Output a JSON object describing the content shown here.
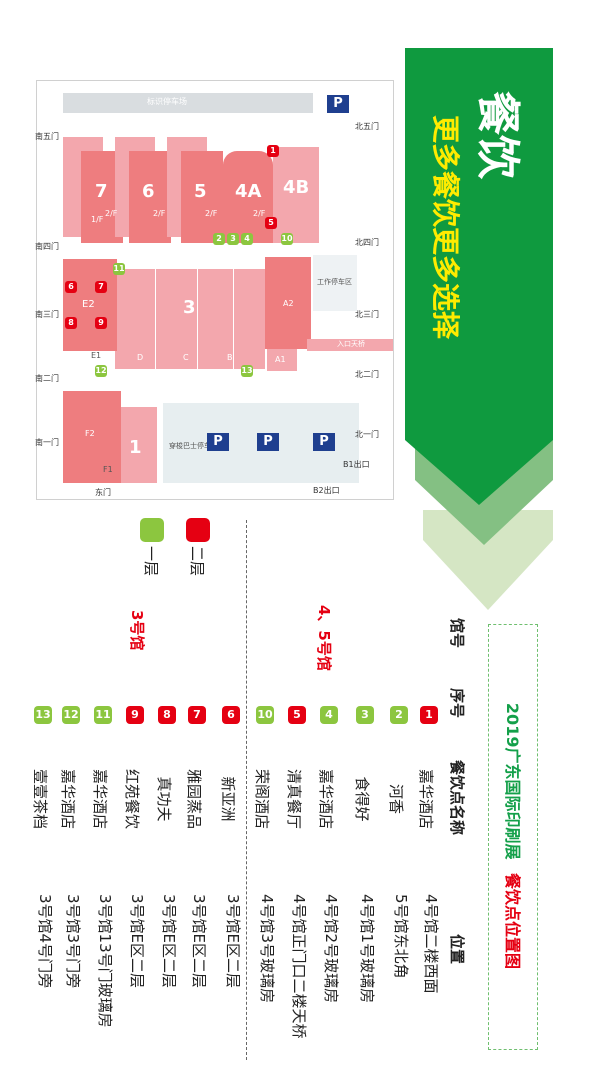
{
  "banner": {
    "title": "餐饮",
    "subtitle": "更多餐饮更多选择",
    "color_dark": "#0f9a3f",
    "color_mid": "#7dbf7f",
    "color_light": "#c9e0b6"
  },
  "map": {
    "top_strip": "标识停车场",
    "parking_label": "P",
    "halls": {
      "h7": "7",
      "h6": "6",
      "h5": "5",
      "h4a": "4A",
      "h4b": "4B",
      "h3": "3",
      "a2": "A2",
      "a1": "A1",
      "e2": "E2",
      "e1": "E1",
      "f2": "F2",
      "f1": "F1",
      "h1": "1",
      "b": "B",
      "c": "C",
      "d": "D"
    },
    "floor_tags": {
      "f2": "2/F",
      "f1": "1/F"
    },
    "gates": {
      "south5": "南五门",
      "south4": "南四门",
      "south3": "南三门",
      "south2": "南二门",
      "south1": "南一门",
      "north5": "北五门",
      "north4": "北四门",
      "north3": "北三门",
      "north2": "北二门",
      "north1": "北一门",
      "east": "东门",
      "b1": "B1出口",
      "b2": "B2出口"
    },
    "work_area": "工作停车区",
    "shuttle": "穿梭巴士停车区",
    "bridge": "入口天桥",
    "markers": [
      "1",
      "2",
      "3",
      "4",
      "5",
      "6",
      "7",
      "8",
      "9",
      "10",
      "11",
      "12",
      "13"
    ],
    "legend": {
      "second_floor": "二层",
      "first_floor": "一层",
      "red": "#e50012",
      "green": "#8cc63f"
    }
  },
  "table": {
    "title_part1": "2019广东国际印刷展",
    "title_part2": "餐饮点位置图",
    "title_color1": "#14a04a",
    "title_color2": "#e50012",
    "headers": {
      "hall": "馆号",
      "seq": "序号",
      "name": "餐饮点名称",
      "location": "位置"
    },
    "groups": [
      {
        "label": "4、5号馆"
      },
      {
        "label": "3号馆"
      }
    ],
    "rows": [
      {
        "seq": "1",
        "name": "嘉华酒店",
        "location": "4号馆二楼西面",
        "floor": "red"
      },
      {
        "seq": "2",
        "name": "河香",
        "location": "5号馆东北角",
        "floor": "green"
      },
      {
        "seq": "3",
        "name": "食得好",
        "location": "4号馆1号玻璃房",
        "floor": "green"
      },
      {
        "seq": "4",
        "name": "嘉华酒店",
        "location": "4号馆2号玻璃房",
        "floor": "green"
      },
      {
        "seq": "5",
        "name": "清真餐厅",
        "location": "4号馆正门口二楼天桥",
        "floor": "red"
      },
      {
        "seq": "10",
        "name": "荣阁酒店",
        "location": "4号馆3号玻璃房",
        "floor": "green"
      },
      {
        "seq": "6",
        "name": "新亚洲",
        "location": "3号馆E区二层",
        "floor": "red"
      },
      {
        "seq": "7",
        "name": "雅园蒸品",
        "location": "3号馆E区二层",
        "floor": "red"
      },
      {
        "seq": "8",
        "name": "真功夫",
        "location": "3号馆E区二层",
        "floor": "red"
      },
      {
        "seq": "9",
        "name": "红苑餐饮",
        "location": "3号馆E区二层",
        "floor": "red"
      },
      {
        "seq": "11",
        "name": "嘉华酒店",
        "location": "3号馆13号门玻璃房",
        "floor": "green"
      },
      {
        "seq": "12",
        "name": "嘉华酒店",
        "location": "3号馆3号门旁",
        "floor": "green"
      },
      {
        "seq": "13",
        "name": "壹壹茶档",
        "location": "3号馆4号门旁",
        "floor": "green"
      }
    ]
  }
}
